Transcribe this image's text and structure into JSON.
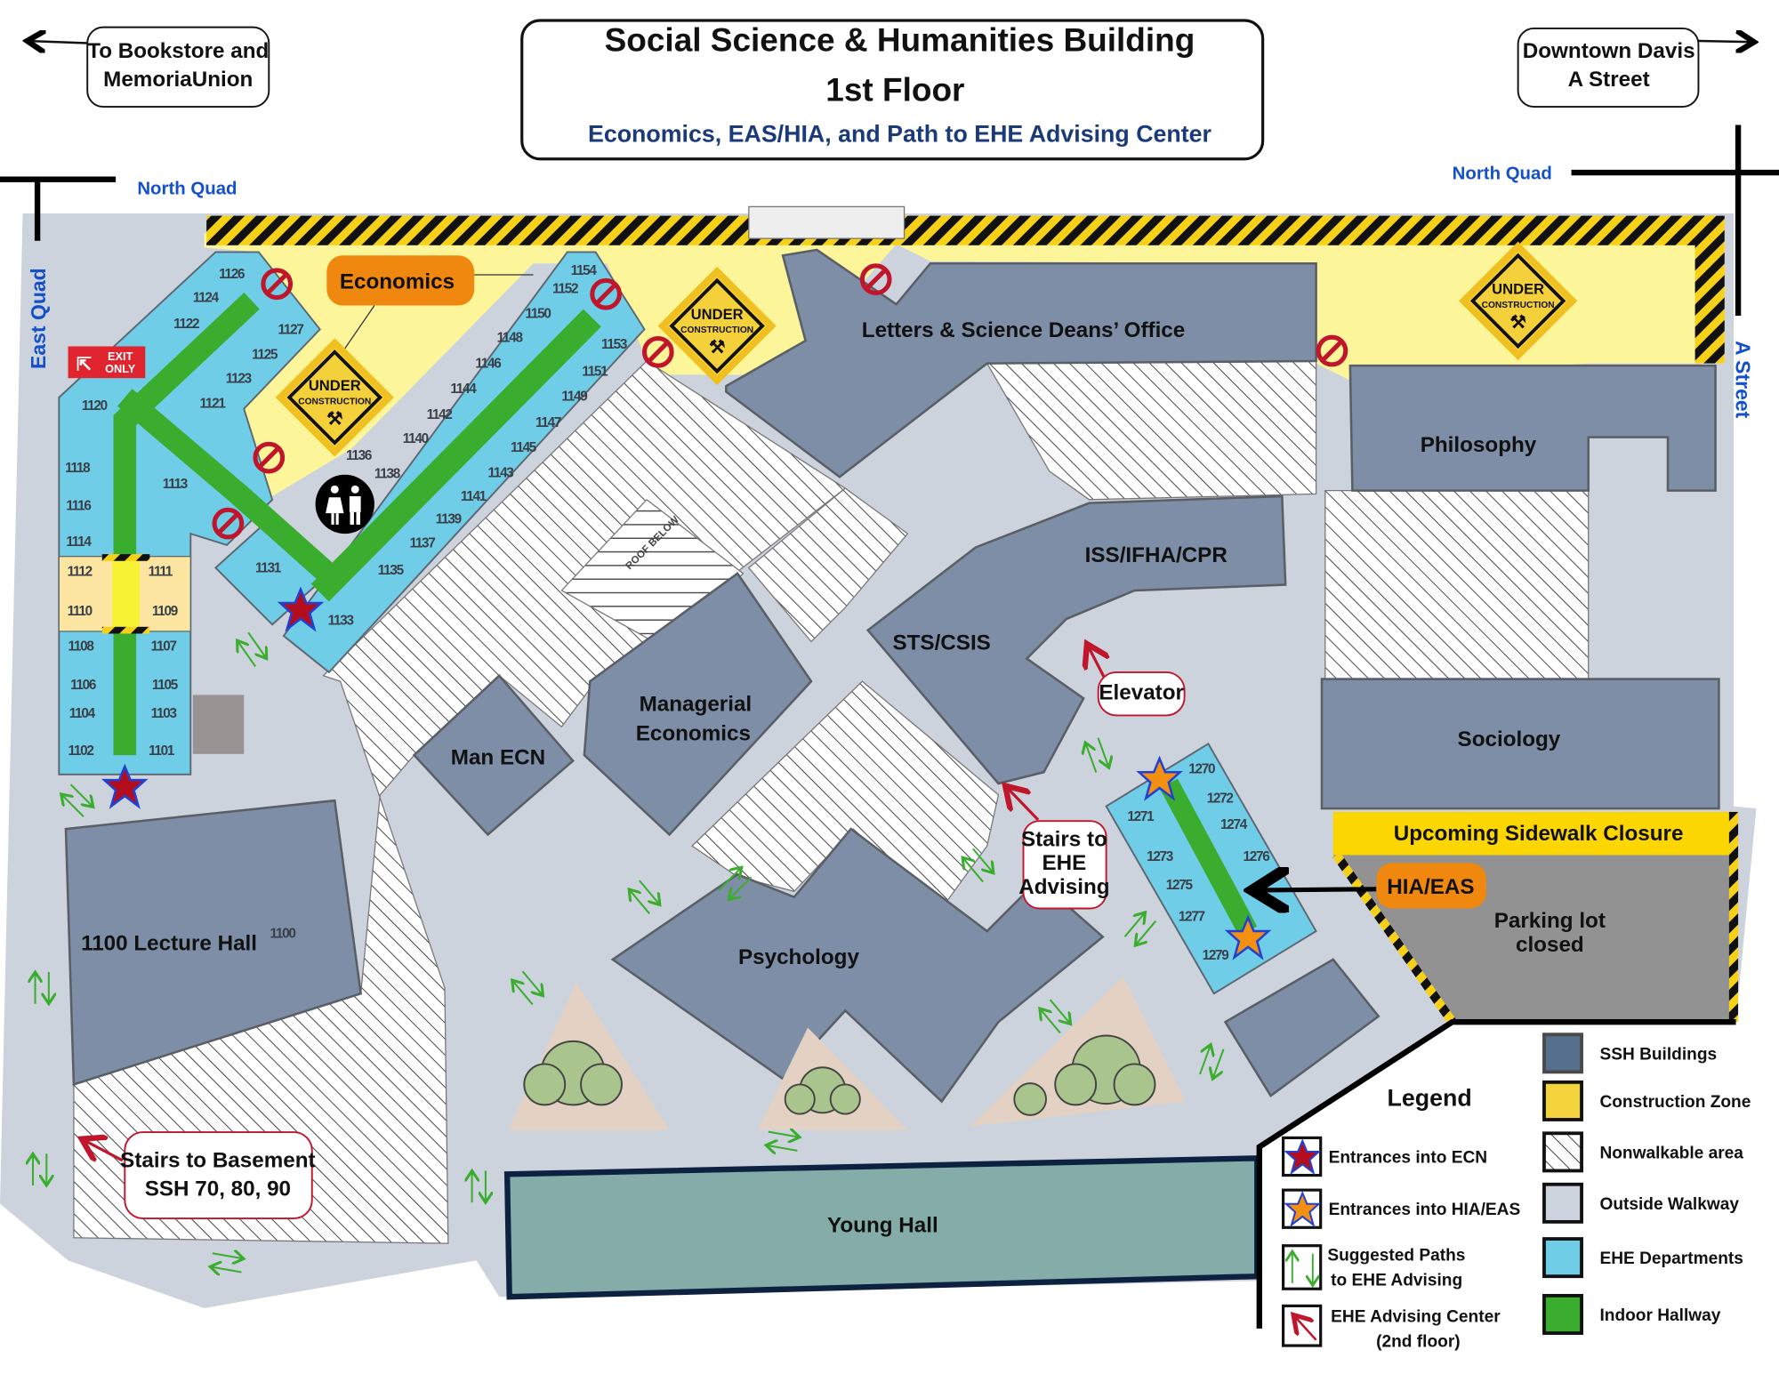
{
  "header": {
    "title": "Social Science & Humanities Building",
    "floor": "1st Floor",
    "subtitle": "Economics, EAS/HIA, and Path to EHE Advising Center"
  },
  "directions": {
    "left": {
      "line1": "To Bookstore and",
      "line2": "MemoriaUnion"
    },
    "right": {
      "line1": "Downtown Davis",
      "line2": "A Street"
    }
  },
  "streets": {
    "north_quad_left": "North Quad",
    "north_quad_right": "North Quad",
    "east_quad": "East Quad",
    "a_street": "A Street"
  },
  "buildings": {
    "economics": "Economics",
    "letters_science": "Letters & Science Deans’ Office",
    "philosophy": "Philosophy",
    "iss": "ISS/IFHA/CPR",
    "sts": "STS/CSIS",
    "sociology": "Sociology",
    "managerial_line1": "Managerial",
    "managerial_line2": "Economics",
    "man_ecn": "Man ECN",
    "lecture_hall": "1100 Lecture Hall",
    "lecture_hall_room": "1100",
    "psychology": "Psychology",
    "young_hall": "Young Hall",
    "hia_eas": "HIA/EAS"
  },
  "signs": {
    "under": "UNDER",
    "construction": "CONSTRUCTION",
    "exit": "EXIT",
    "only": "ONLY",
    "roof": "ROOF",
    "below": "BELOW",
    "sidewalk_closure": "Upcoming Sidewalk Closure",
    "parking_line1": "Parking lot",
    "parking_line2": "closed"
  },
  "callouts": {
    "elevator": "Elevator",
    "stairs_ehe_line1": "Stairs to",
    "stairs_ehe_line2": "EHE",
    "stairs_ehe_line3": "Advising",
    "stairs_basement_line1": "Stairs to Basement",
    "stairs_basement_line2": "SSH 70, 80, 90"
  },
  "rooms": {
    "economics": [
      "1126",
      "1124",
      "1122",
      "1127",
      "1125",
      "1123",
      "1121",
      "1120",
      "1118",
      "1116",
      "1114",
      "1113",
      "1112",
      "1111",
      "1110",
      "1109",
      "1108",
      "1107",
      "1106",
      "1105",
      "1104",
      "1103",
      "1102",
      "1101",
      "1131",
      "1133",
      "1135",
      "1137",
      "1139",
      "1141",
      "1143",
      "1145",
      "1147",
      "1149",
      "1151",
      "1153",
      "1136",
      "1138",
      "1140",
      "1142",
      "1144",
      "1146",
      "1148",
      "1150",
      "1152",
      "1154"
    ],
    "hia_eas": [
      "1270",
      "1272",
      "1274",
      "1276",
      "1271",
      "1273",
      "1275",
      "1277",
      "1279"
    ]
  },
  "legend": {
    "title": "Legend",
    "items_left": [
      {
        "label": "Entrances into ECN",
        "icon": "red-star-icon"
      },
      {
        "label": "Entrances into HIA/EAS",
        "icon": "orange-star-icon"
      },
      {
        "label_line1": "Suggested Paths",
        "label_line2": "to EHE Advising",
        "icon": "green-arrows-icon"
      },
      {
        "label_line1": "EHE Advising Center",
        "label_line2": "(2nd floor)",
        "icon": "red-arrow-icon"
      }
    ],
    "items_right": [
      {
        "label": "SSH Buildings",
        "color": "#566f8c"
      },
      {
        "label": "Construction Zone",
        "color": "#f4d43c"
      },
      {
        "label": "Nonwalkable area",
        "color": "#ffffff"
      },
      {
        "label": "Outside Walkway",
        "color": "#cdd3dd"
      },
      {
        "label": "EHE Departments",
        "color": "#6fcde8"
      },
      {
        "label": "Indoor Hallway",
        "color": "#3aad2e"
      }
    ]
  },
  "colors": {
    "building": "#7d8ea6",
    "ehe": "#6fcde8",
    "hallway": "#3aad2e",
    "construction": "#fdf59a",
    "walkway": "#cdd3dd",
    "accent_orange": "#f0870e",
    "title_blue": "#1a3a7a",
    "street_blue": "#1450c8"
  }
}
